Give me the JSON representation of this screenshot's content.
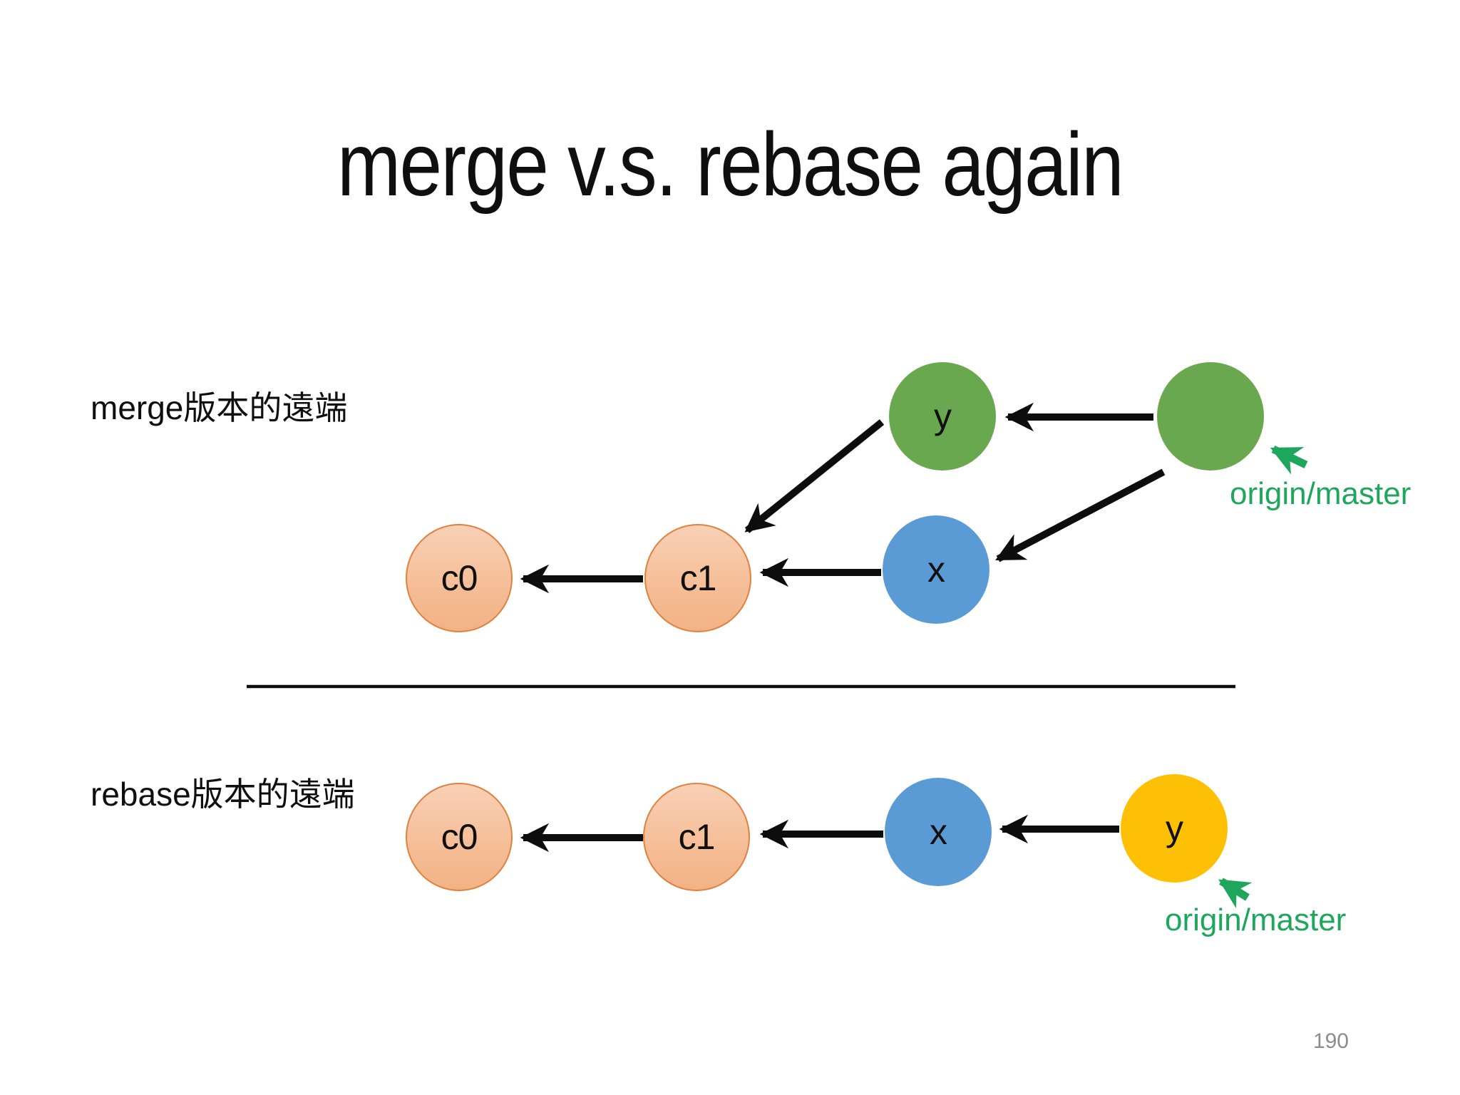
{
  "slide": {
    "title": "merge v.s. rebase again",
    "page_number": "190"
  },
  "colors": {
    "background": "#ffffff",
    "text_black": "#0f0f0f",
    "node_green": "#6aa84f",
    "node_blue": "#5b9bd5",
    "node_yellow": "#fec004",
    "node_salmon_fill": "#f5bd96",
    "node_salmon_border": "#e0813f",
    "annotation_green": "#1ea75c",
    "arrow_black": "#0d0d0d",
    "page_number_gray": "#8b8b92"
  },
  "sections": [
    {
      "label": "merge版本的遠端",
      "annotation": "origin/master",
      "annotation_target": "merge-commit",
      "nodes": [
        {
          "id": "c0",
          "label": "c0",
          "color": "salmon"
        },
        {
          "id": "c1",
          "label": "c1",
          "color": "salmon"
        },
        {
          "id": "x",
          "label": "x",
          "color": "blue"
        },
        {
          "id": "y",
          "label": "y",
          "color": "green"
        },
        {
          "id": "merge-commit",
          "label": "",
          "color": "green"
        }
      ],
      "edges": [
        {
          "from": "c1",
          "to": "c0"
        },
        {
          "from": "x",
          "to": "c1"
        },
        {
          "from": "y",
          "to": "c1"
        },
        {
          "from": "merge-commit",
          "to": "y"
        },
        {
          "from": "merge-commit",
          "to": "x"
        }
      ]
    },
    {
      "label": "rebase版本的遠端",
      "annotation": "origin/master",
      "annotation_target": "y",
      "nodes": [
        {
          "id": "c0",
          "label": "c0",
          "color": "salmon"
        },
        {
          "id": "c1",
          "label": "c1",
          "color": "salmon"
        },
        {
          "id": "x",
          "label": "x",
          "color": "blue"
        },
        {
          "id": "y",
          "label": "y",
          "color": "yellow"
        }
      ],
      "edges": [
        {
          "from": "c1",
          "to": "c0"
        },
        {
          "from": "x",
          "to": "c1"
        },
        {
          "from": "y",
          "to": "x"
        }
      ]
    }
  ]
}
